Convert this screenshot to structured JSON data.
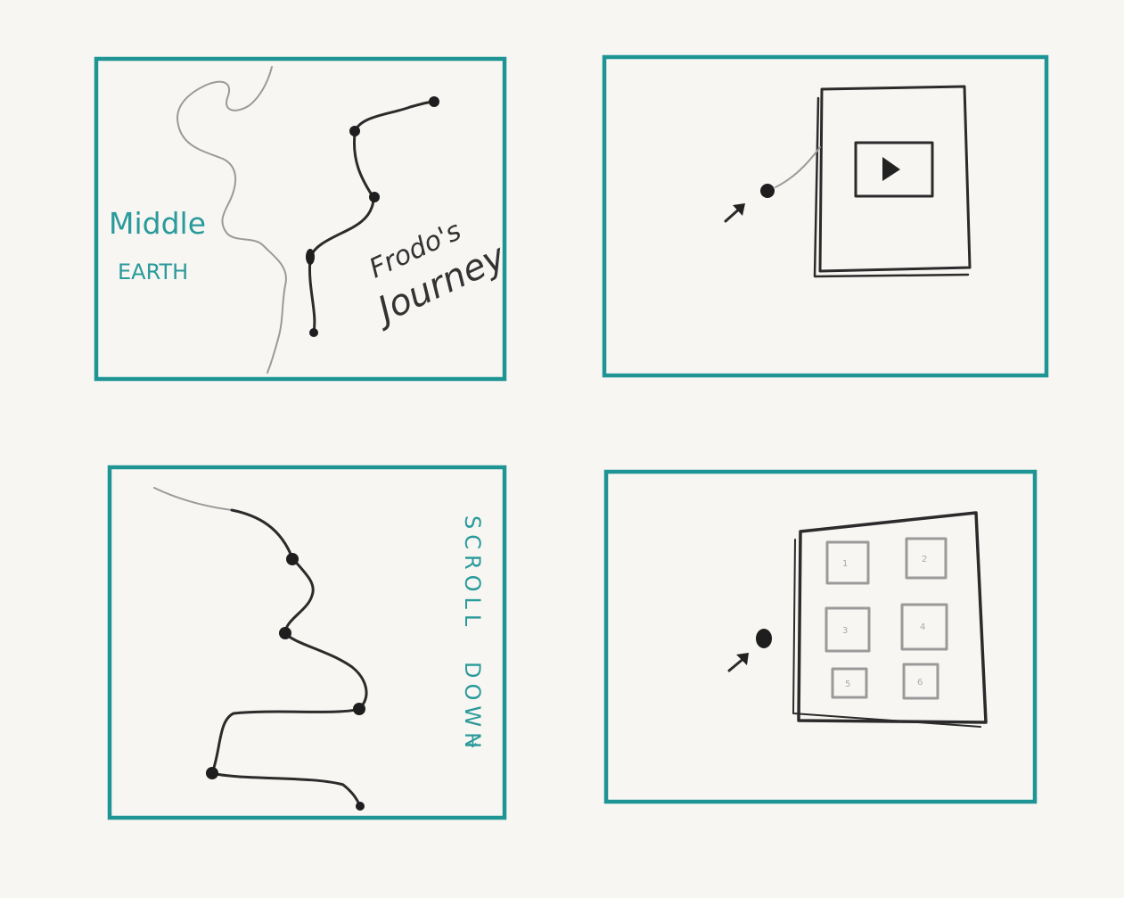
{
  "panels": {
    "map": {
      "label_line1": "Middle",
      "label_line2": "EARTH",
      "journey_line1": "Frodo's",
      "journey_line2": "Journey"
    },
    "video": {
      "play_icon": "play-icon",
      "cursor_icon": "pointer-arrow-icon"
    },
    "scroll": {
      "scroll_word": "SCROLL",
      "down_word": "DOWN",
      "arrow_glyph": "↓"
    },
    "grid": {
      "cursor_icon": "pointer-arrow-icon",
      "tiles": [
        "1",
        "2",
        "3",
        "4",
        "5",
        "6"
      ]
    }
  },
  "colors": {
    "frame": "#1f9494",
    "annotation": "#2a9a9a",
    "pencil": "#2b2b2b",
    "paper": "#f7f6f3"
  }
}
